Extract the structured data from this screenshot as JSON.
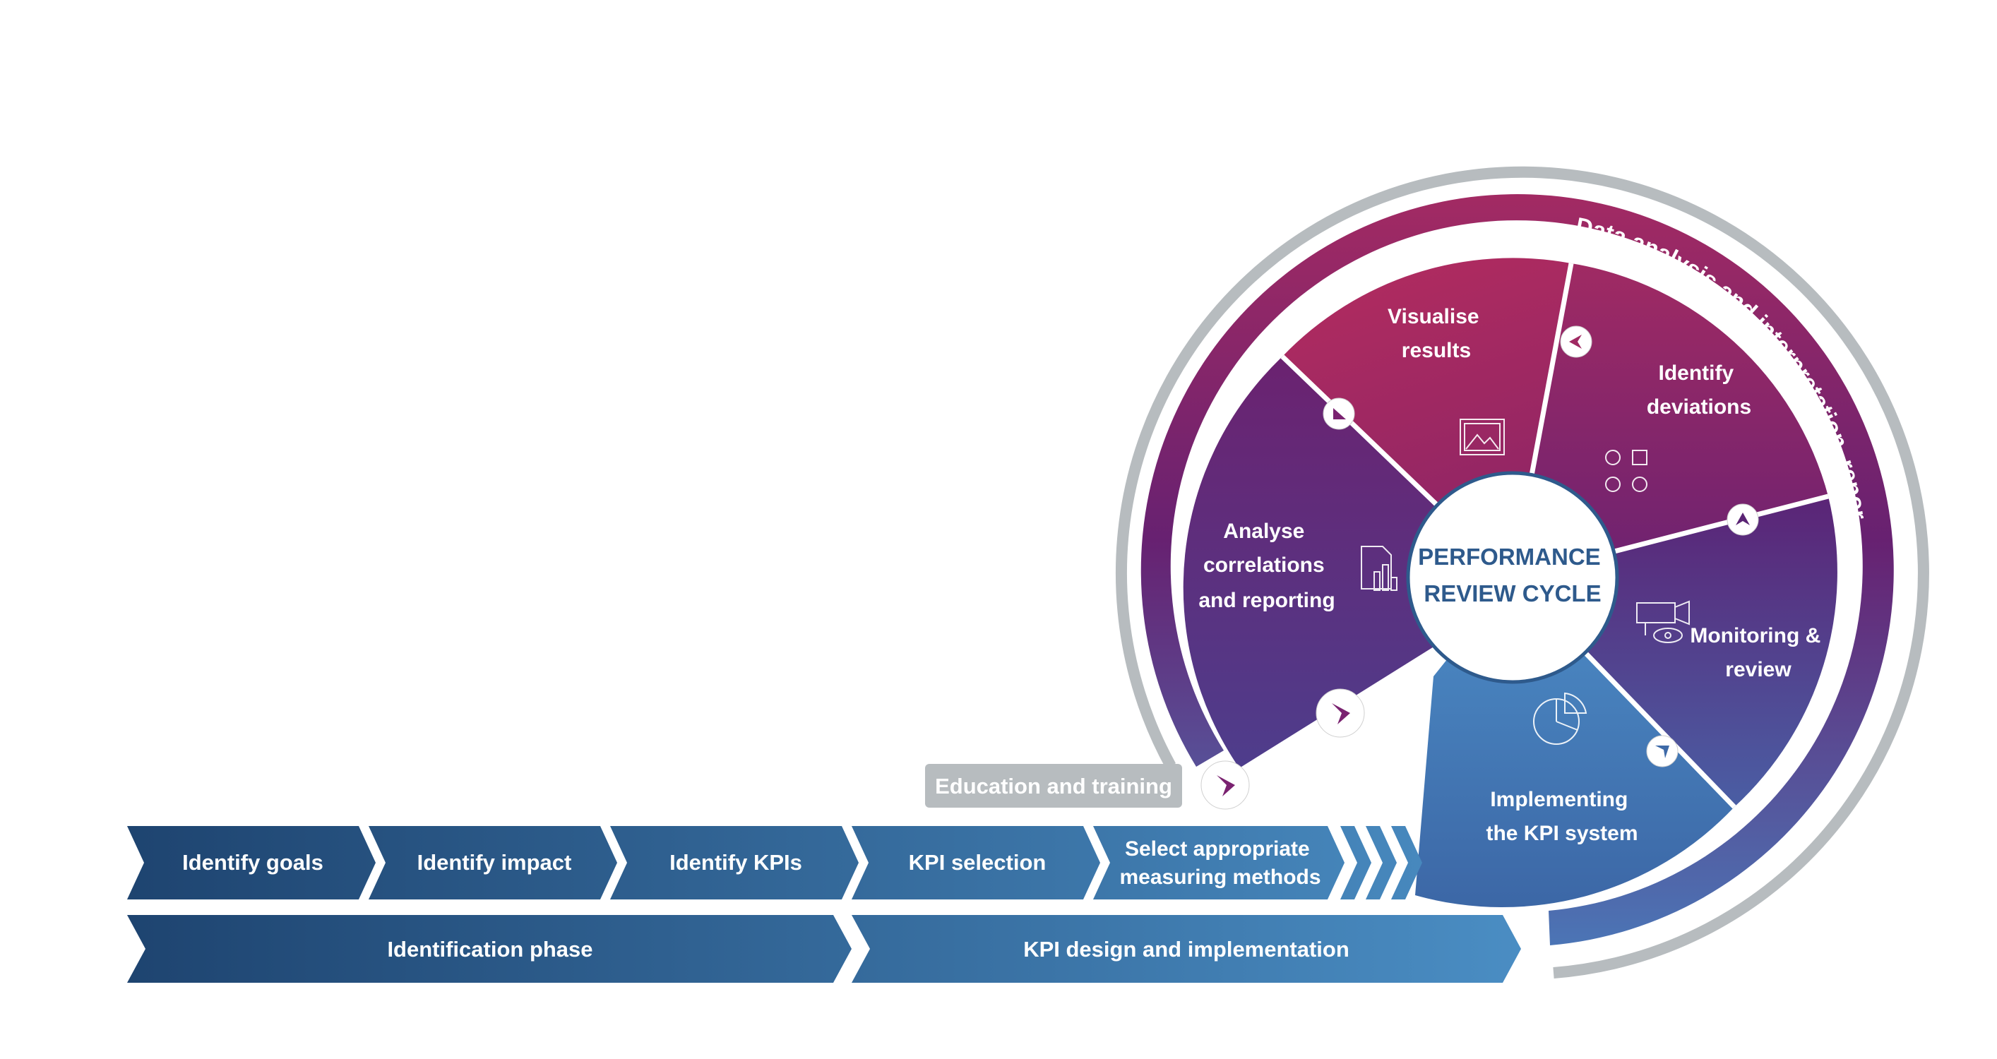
{
  "center_label": [
    "PERFORMANCE",
    "REVIEW CYCLE"
  ],
  "outer_ring_label": "Data analysis and interpretation, reporting",
  "education_label": "Education and training",
  "cycle_segments": [
    {
      "label": [
        "Visualise",
        "results"
      ],
      "icon": "picture-icon"
    },
    {
      "label": [
        "Identify",
        "deviations"
      ],
      "icon": "grid-dots-icon"
    },
    {
      "label": [
        "Monitoring &",
        "review"
      ],
      "icon": "camera-eye-icon"
    },
    {
      "label": [
        "Implementing",
        "the KPI system"
      ],
      "icon": "pie-chart-icon"
    },
    {
      "label": [
        "Analyse",
        "correlations",
        "and reporting"
      ],
      "icon": "report-bars-icon"
    }
  ],
  "steps": [
    [
      "Identify goals"
    ],
    [
      "Identify impact"
    ],
    [
      "Identify KPIs"
    ],
    [
      "KPI selection"
    ],
    [
      "Select appropriate",
      "measuring methods"
    ]
  ],
  "phases": [
    "Identification phase",
    "KPI design and implementation"
  ],
  "colors": {
    "navy": "#1e4470",
    "steel": "#4a8dc3",
    "magenta": "#a22a63",
    "purple": "#662070",
    "grey": "#b7bcbf"
  }
}
